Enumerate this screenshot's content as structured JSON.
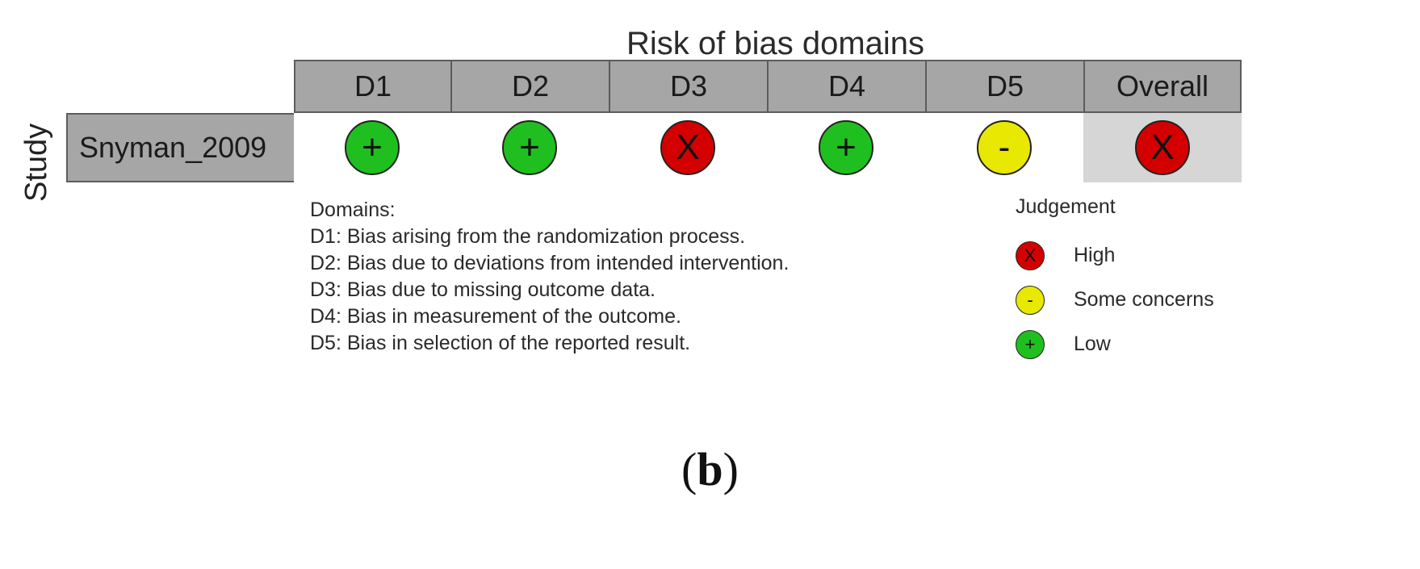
{
  "header": "Risk of bias domains",
  "y_axis_label": "Study",
  "columns": [
    "D1",
    "D2",
    "D3",
    "D4",
    "D5",
    "Overall"
  ],
  "rows": [
    {
      "study": "Snyman_2009",
      "judgements": [
        {
          "level": "low",
          "symbol": "+"
        },
        {
          "level": "low",
          "symbol": "+"
        },
        {
          "level": "high",
          "symbol": "X"
        },
        {
          "level": "low",
          "symbol": "+"
        },
        {
          "level": "some",
          "symbol": "-"
        },
        {
          "level": "high",
          "symbol": "X"
        }
      ]
    }
  ],
  "domains": {
    "title": "Domains:",
    "items": [
      "D1: Bias arising from the randomization process.",
      "D2: Bias due to deviations from intended intervention.",
      "D3: Bias due to missing outcome data.",
      "D4: Bias in measurement of the outcome.",
      "D5: Bias in selection of the reported result."
    ]
  },
  "legend": {
    "title": "Judgement",
    "items": [
      {
        "level": "high",
        "symbol": "X",
        "label": "High"
      },
      {
        "level": "some",
        "symbol": "-",
        "label": "Some concerns"
      },
      {
        "level": "low",
        "symbol": "+",
        "label": "Low"
      }
    ]
  },
  "colors": {
    "high": "#d40000",
    "some": "#e8e800",
    "low": "#1fbf1f"
  },
  "caption": {
    "open": "(",
    "letter": "b",
    "close": ")"
  }
}
